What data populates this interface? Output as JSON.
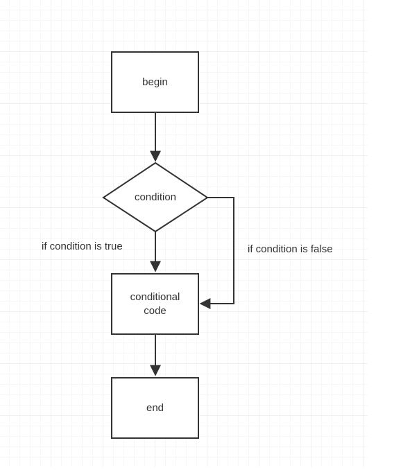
{
  "diagram": {
    "nodes": {
      "begin": {
        "label": "begin"
      },
      "condition": {
        "label": "condition"
      },
      "conditional_code": {
        "label_line1": "conditional",
        "label_line2": "code"
      },
      "end": {
        "label": "end"
      }
    },
    "edges": {
      "true_branch": {
        "label": "if condition is true"
      },
      "false_branch": {
        "label": "if condition is false"
      }
    }
  },
  "colors": {
    "grid_line": "#e6e6e6",
    "stroke": "#333333",
    "text": "#333333",
    "fill": "#ffffff"
  }
}
